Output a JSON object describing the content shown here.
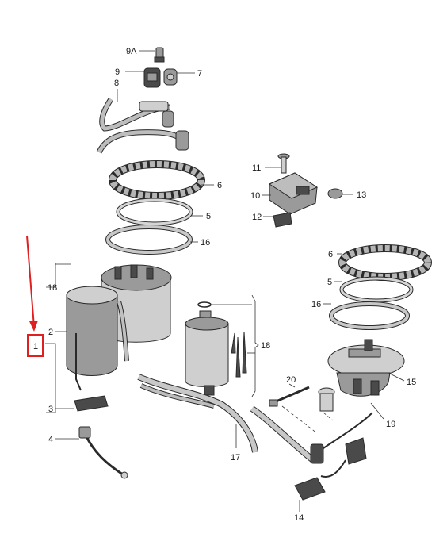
{
  "callouts": {
    "c9a": "9A",
    "c9": "9",
    "c7": "7",
    "c8": "8",
    "c6a": "6",
    "c5a": "5",
    "c16a": "16",
    "c11": "11",
    "c10": "10",
    "c13": "13",
    "c12": "12",
    "c18a": "18",
    "c2": "2",
    "c1": "1",
    "c3": "3",
    "c4": "4",
    "c18b": "18",
    "c17": "17",
    "c20": "20",
    "c6b": "6",
    "c5b": "5",
    "c16b": "16",
    "c15": "15",
    "c19": "19",
    "c14": "14"
  },
  "colors": {
    "highlight": "#e02020",
    "part_fill": "#9a9a9a",
    "part_light": "#cfcfcf",
    "line": "#333333"
  }
}
